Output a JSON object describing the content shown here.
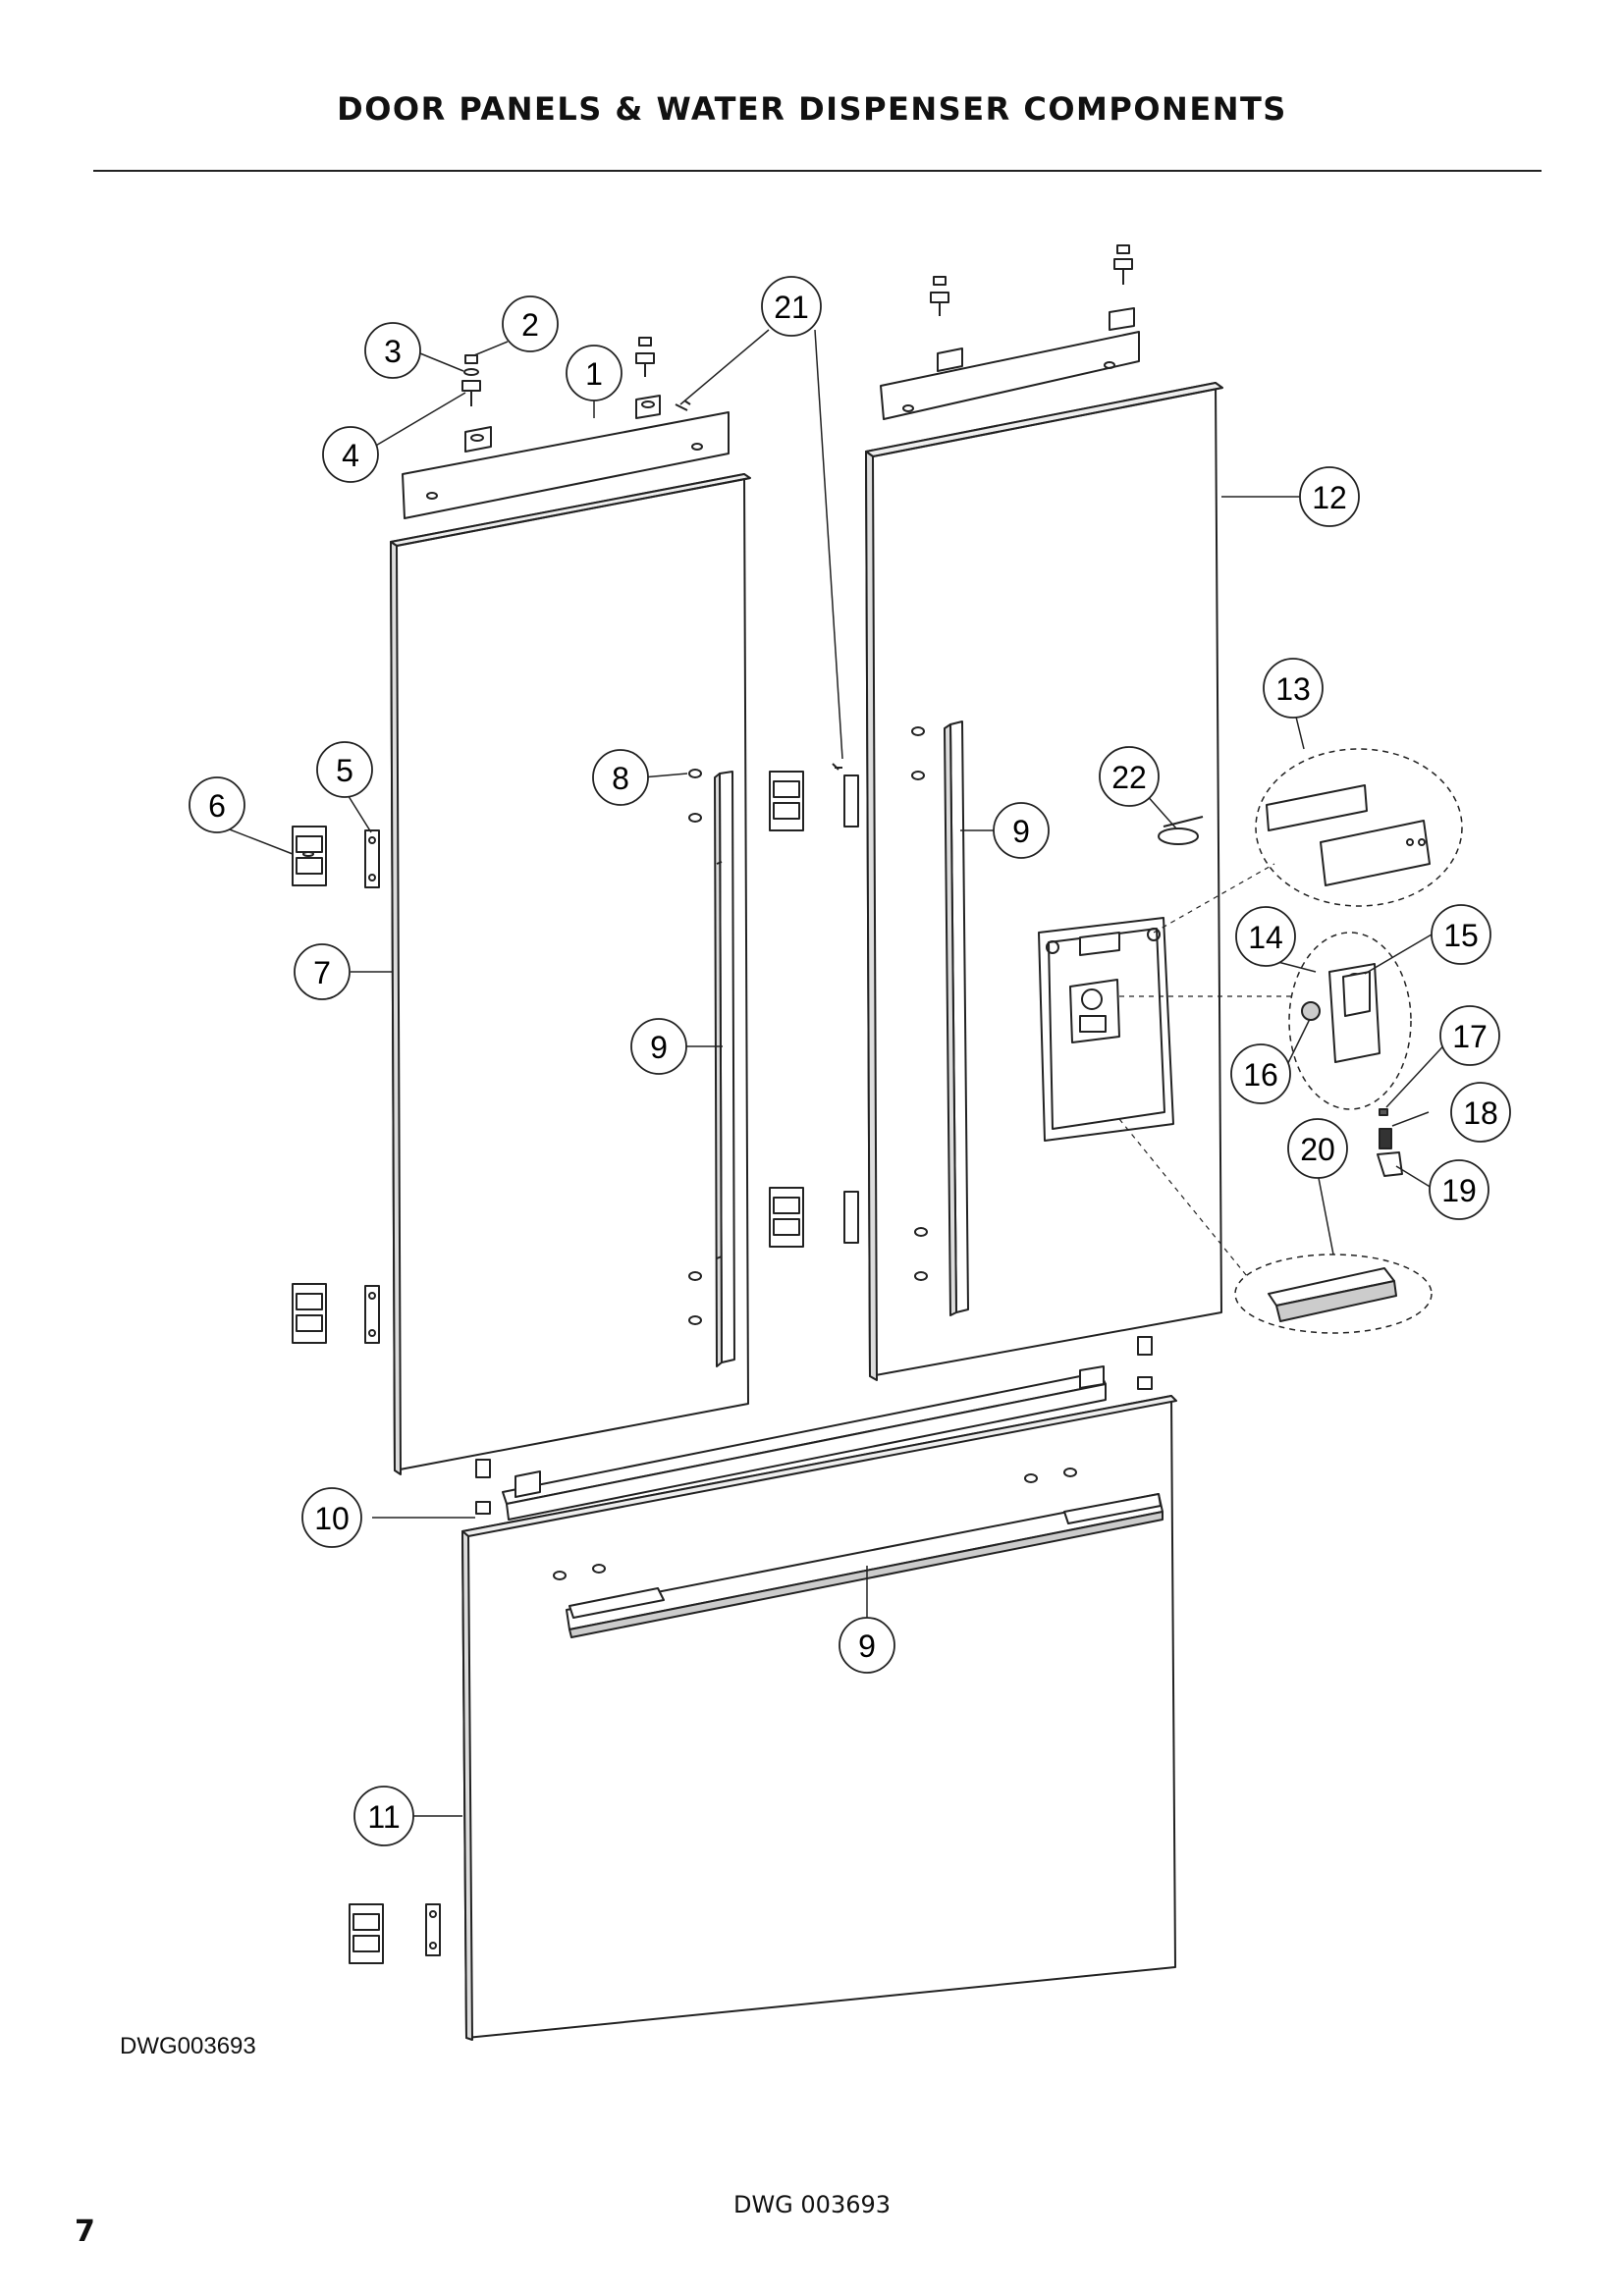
{
  "header": {
    "title": "DOOR PANELS & WATER DISPENSER COMPONENTS"
  },
  "diagram": {
    "drawing_code": "DWG003693",
    "callouts": [
      {
        "id": "c1",
        "label": "1"
      },
      {
        "id": "c2",
        "label": "2"
      },
      {
        "id": "c3",
        "label": "3"
      },
      {
        "id": "c4",
        "label": "4"
      },
      {
        "id": "c5",
        "label": "5"
      },
      {
        "id": "c6",
        "label": "6"
      },
      {
        "id": "c7",
        "label": "7"
      },
      {
        "id": "c8",
        "label": "8"
      },
      {
        "id": "c9a",
        "label": "9"
      },
      {
        "id": "c9b",
        "label": "9"
      },
      {
        "id": "c9c",
        "label": "9"
      },
      {
        "id": "c10",
        "label": "10"
      },
      {
        "id": "c11",
        "label": "11"
      },
      {
        "id": "c12",
        "label": "12"
      },
      {
        "id": "c13",
        "label": "13"
      },
      {
        "id": "c14",
        "label": "14"
      },
      {
        "id": "c15",
        "label": "15"
      },
      {
        "id": "c16",
        "label": "16"
      },
      {
        "id": "c17",
        "label": "17"
      },
      {
        "id": "c18",
        "label": "18"
      },
      {
        "id": "c19",
        "label": "19"
      },
      {
        "id": "c20",
        "label": "20"
      },
      {
        "id": "c21",
        "label": "21"
      },
      {
        "id": "c22",
        "label": "22"
      }
    ]
  },
  "footer": {
    "drawing_number": "DWG 003693",
    "page_number": "7"
  }
}
